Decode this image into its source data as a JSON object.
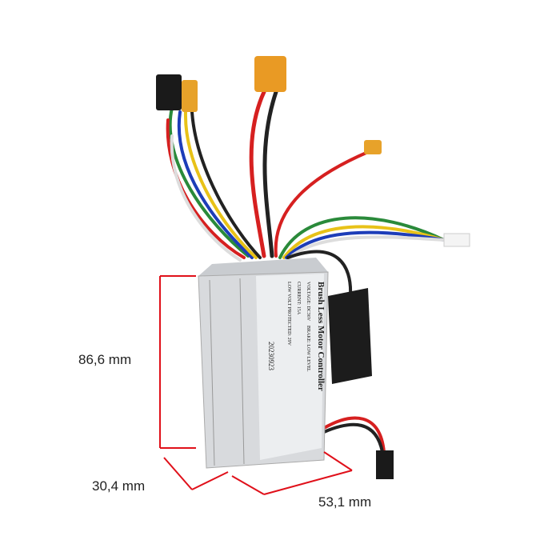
{
  "product": {
    "label_title": "Brush Less Motor Controller",
    "label_lines": [
      "VOLTAGE: DC36V",
      "BRAKE: LOW LEVEL",
      "CURRENT: 15A",
      "LOW VOLT PROTECTED: 29V"
    ],
    "label_date": "20230923"
  },
  "dimensions": {
    "height": "86,6 mm",
    "depth": "30,4 mm",
    "width": "53,1 mm",
    "line_color": "#e0101a"
  }
}
